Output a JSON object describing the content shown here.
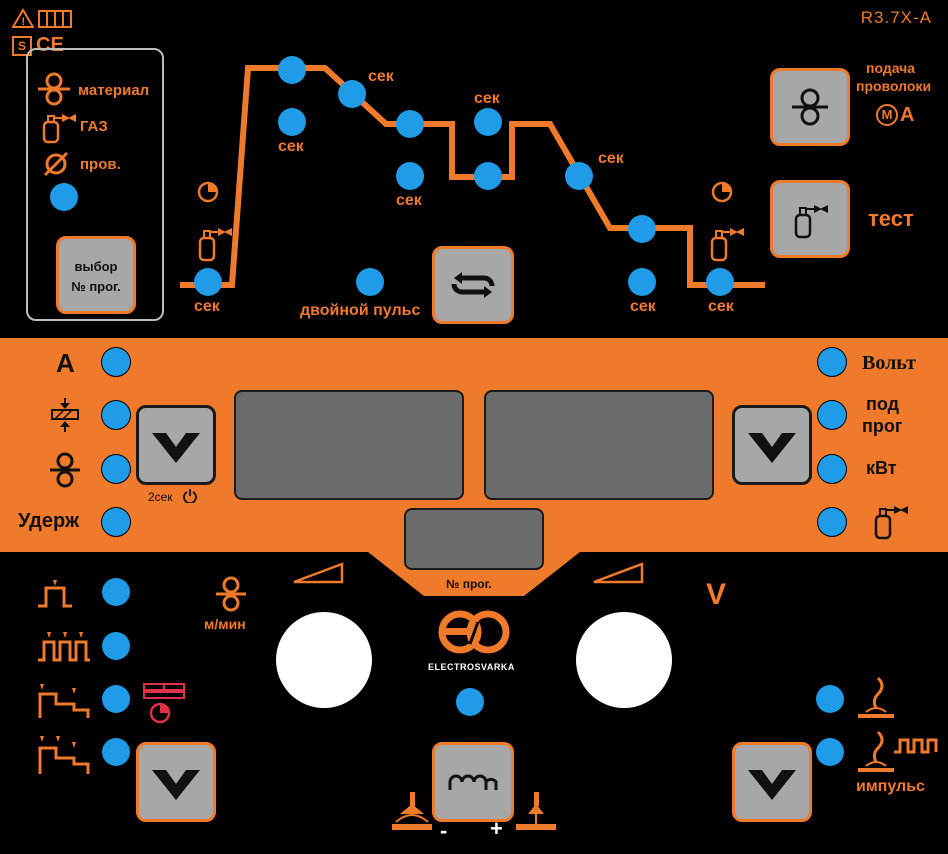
{
  "model": "R3.7X-A",
  "selector": {
    "material_label": "материал",
    "gas_label": "ГАЗ",
    "wire_label": "пров.",
    "program_button_label": [
      "выбор",
      "№ прог."
    ]
  },
  "cycle": {
    "sec_label": "сек",
    "double_pulse_label": "двойной пульс"
  },
  "right_top": {
    "wire_feed_label": [
      "подача",
      "проволоки"
    ],
    "ma_label": "MA",
    "test_label": "тест"
  },
  "display_band": {
    "left_labels": {
      "amps": "A",
      "hold": "Удерж"
    },
    "right_labels": {
      "volts": "Вольт",
      "subprog": [
        "под",
        "прог"
      ],
      "kw": "кВт"
    },
    "two_sec_label": "2сек",
    "program_number_label": "№ прог."
  },
  "lower": {
    "speed_label": "м/мин",
    "volt_symbol": "V",
    "brand": "ELECTROSVARKA",
    "pulse_label": "импульс",
    "minus": "-",
    "plus": "+"
  },
  "colors": {
    "accent": "#f07a2c",
    "led": "#1f9be8",
    "button": "#a7a7a7",
    "screen": "#6b6b6b"
  }
}
